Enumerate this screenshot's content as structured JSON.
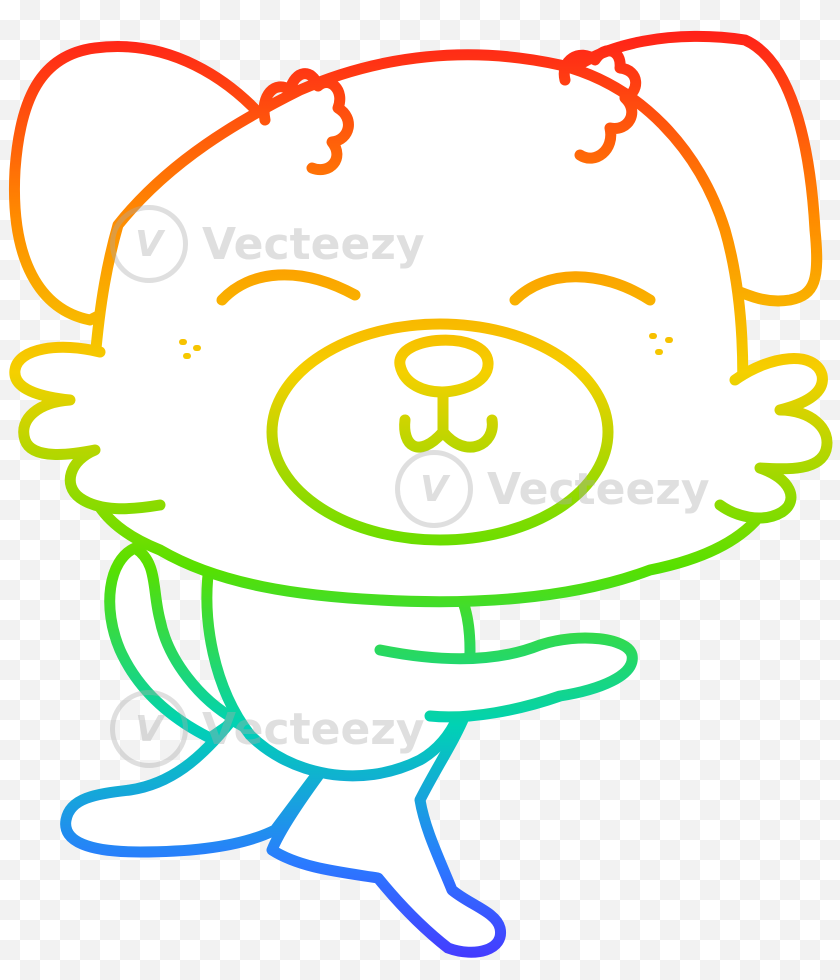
{
  "watermark": {
    "brand_text": "Vecteezy",
    "logo_glyph": "V",
    "color": "#aaaaaa"
  },
  "illustration": {
    "subject": "cartoon dog running",
    "stroke_gradient": [
      "#ff1a1a",
      "#ff8a00",
      "#f5d000",
      "#57e000",
      "#00d2b4",
      "#2a7bff",
      "#4b2cff"
    ]
  }
}
